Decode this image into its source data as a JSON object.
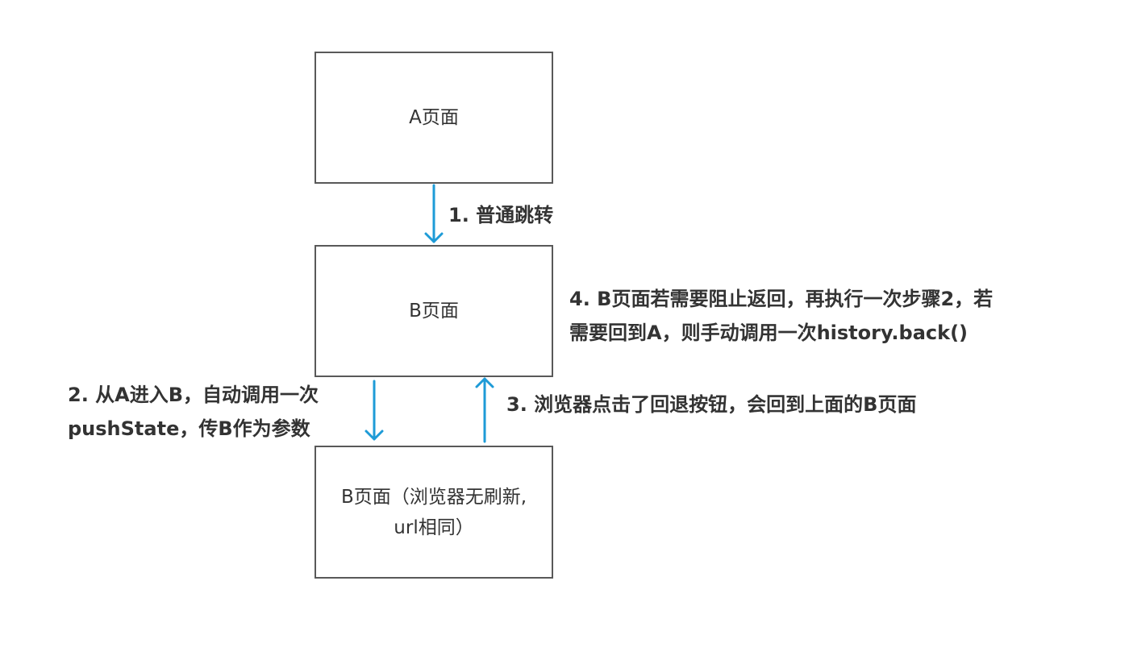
{
  "nodes": {
    "a": {
      "label": "A页面"
    },
    "b": {
      "label": "B页面"
    },
    "b_pushed": {
      "label": "B页面（浏览器无刷新,\nurl相同）"
    }
  },
  "edges": {
    "step1": {
      "label": "1. 普通跳转"
    },
    "step2": {
      "label": "2. 从A进入B，自动调用一次\npushState，传B作为参数"
    },
    "step3": {
      "label": "3. 浏览器点击了回退按钮，会回到上面的B页面"
    }
  },
  "note": {
    "text": "4. B页面若需要阻止返回，再执行一次步骤2，若\n需要回到A，则手动调用一次history.back()"
  },
  "colors": {
    "arrow": "#1e9bd7",
    "box_border": "#595959",
    "text": "#333333"
  }
}
